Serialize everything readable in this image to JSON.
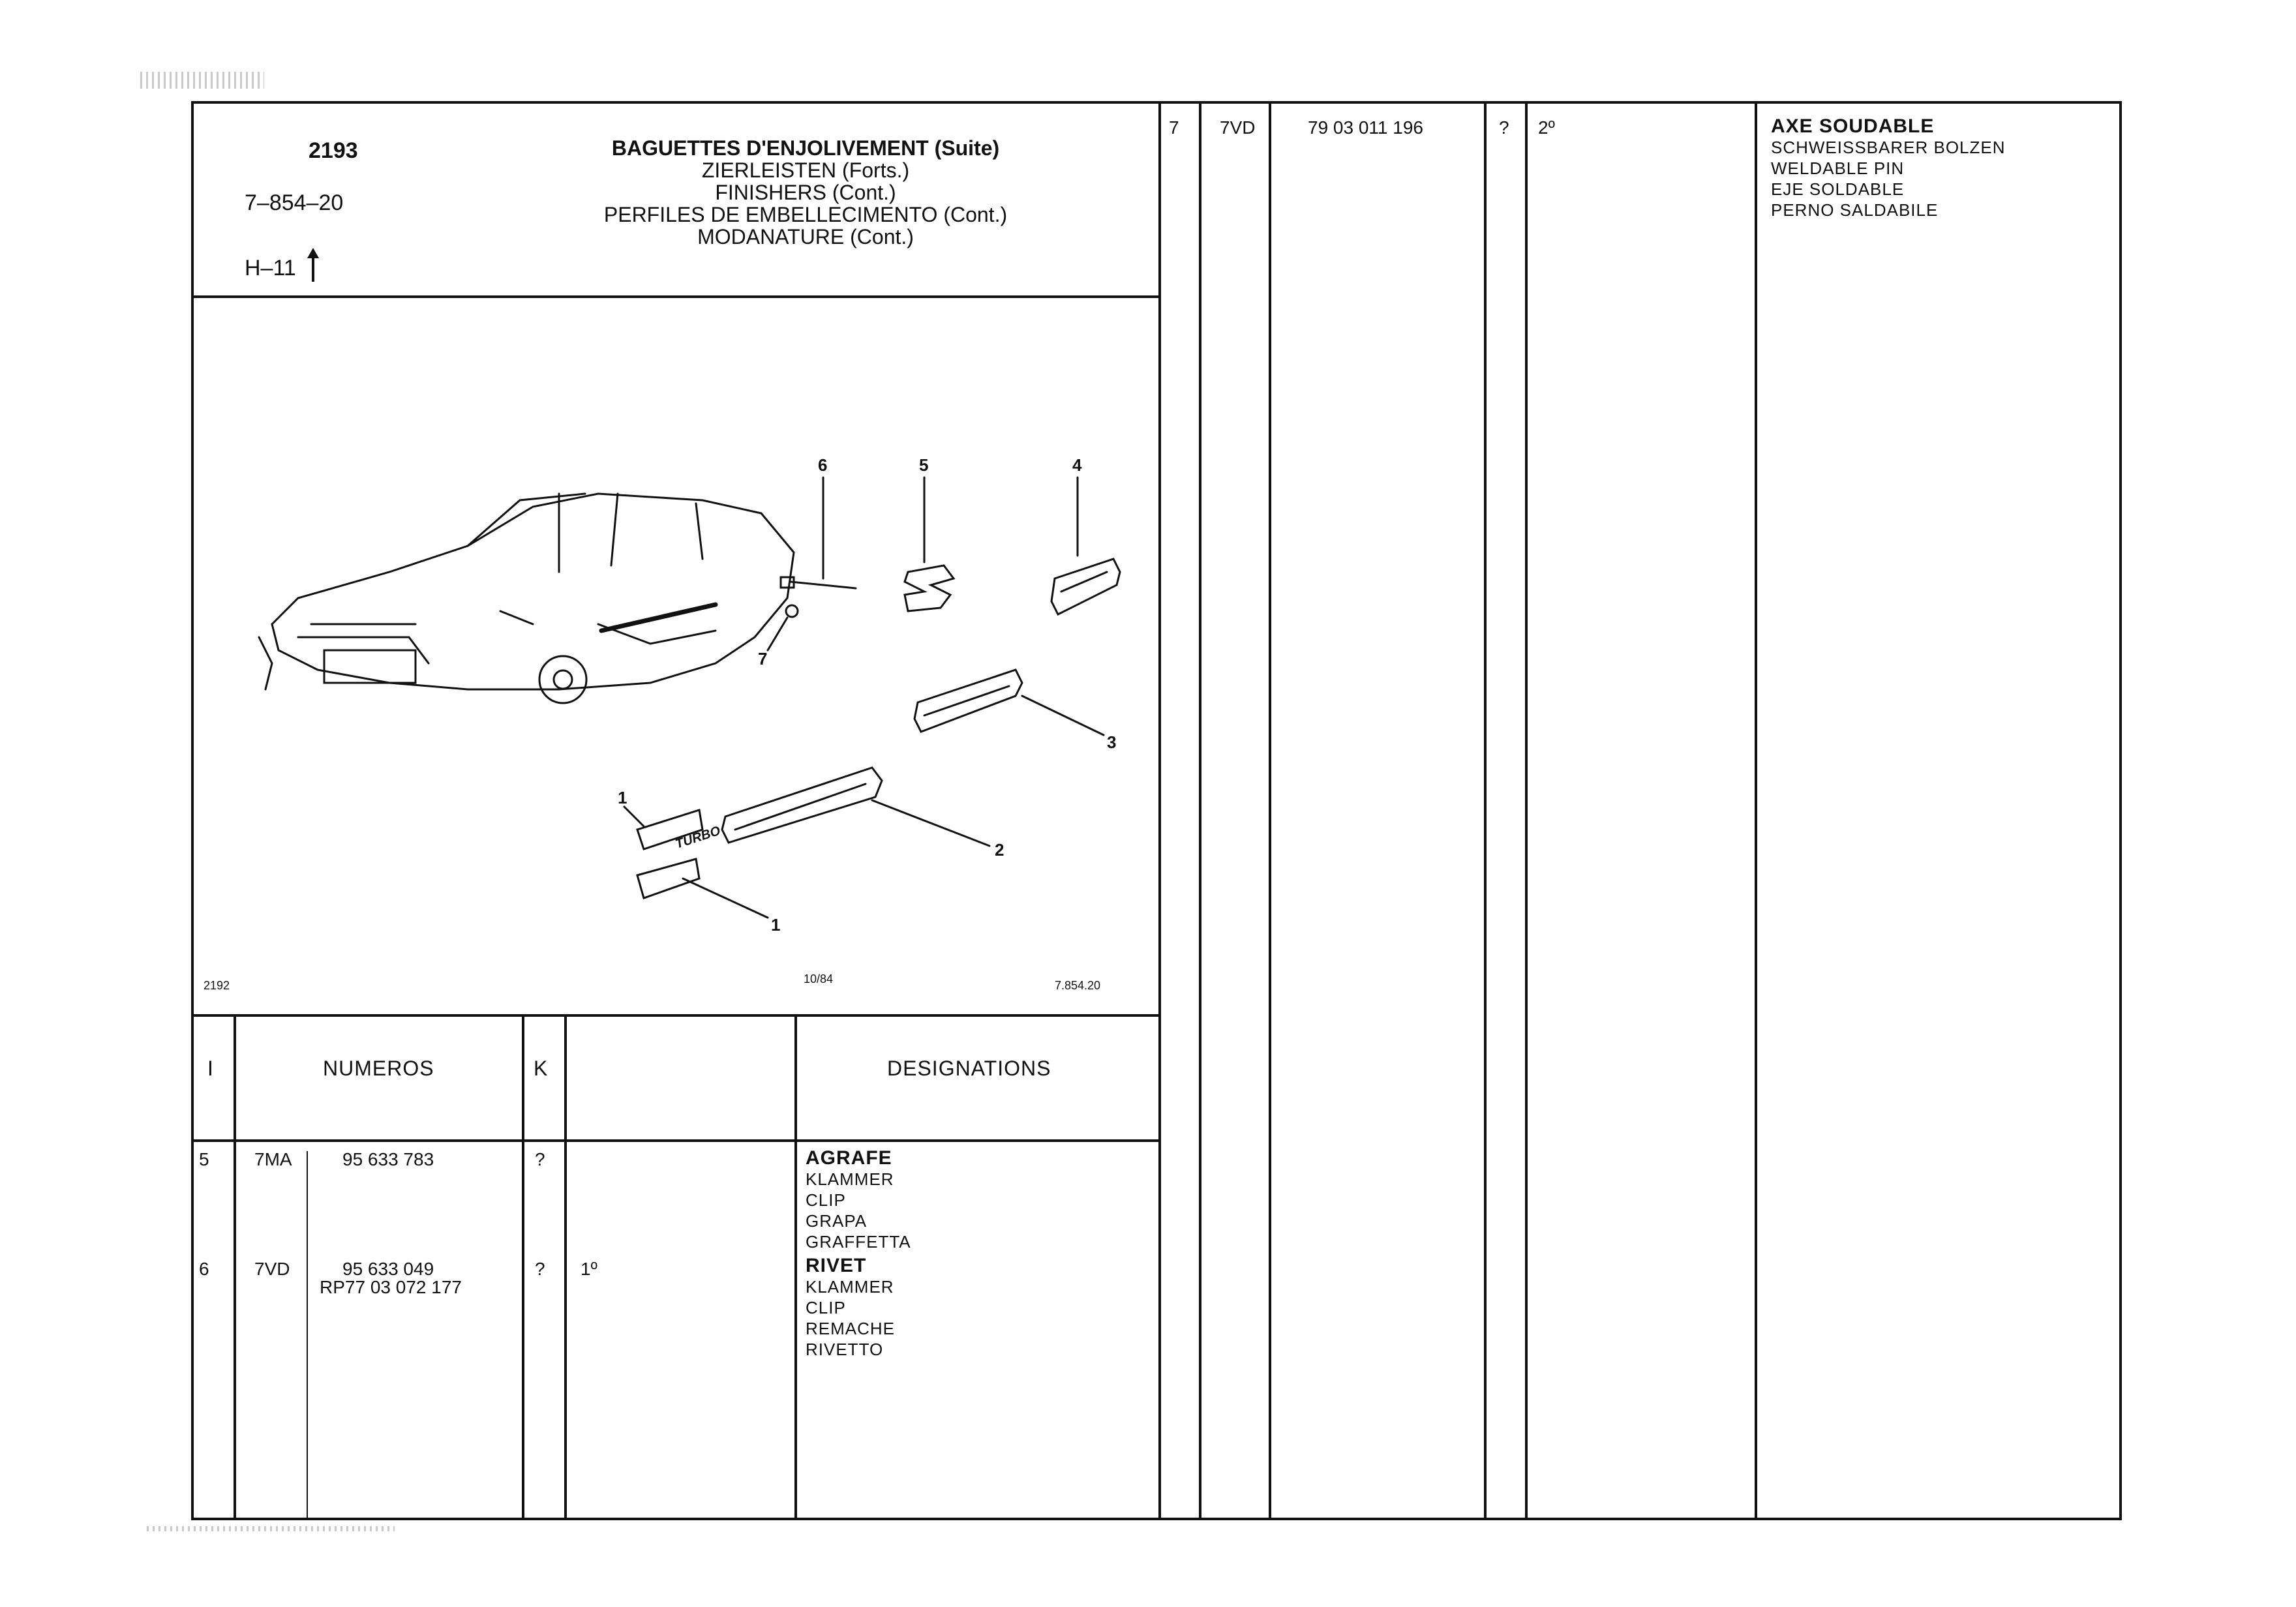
{
  "header": {
    "group_number": "2193",
    "ref_code": "7–854–20",
    "sheet_code": "H–11",
    "titles": [
      "BAGUETTES D'ENJOLIVEMENT (Suite)",
      "ZIERLEISTEN (Forts.)",
      "FINISHERS (Cont.)",
      "PERFILES DE EMBELLECIMENTO (Cont.)",
      "MODANATURE (Cont.)"
    ]
  },
  "illustration": {
    "callouts": [
      "6",
      "5",
      "4",
      "7",
      "3",
      "1",
      "2",
      "1"
    ],
    "badge_text": "TURBO",
    "footer_left": "2192",
    "footer_center": "10/84",
    "footer_right": "7.854.20"
  },
  "table_headers": {
    "index": "I",
    "numbers": "NUMEROS",
    "k": "K",
    "designations": "DESIGNATIONS"
  },
  "rows": [
    {
      "index": "5",
      "code": "7MA",
      "numbers": [
        "95 633 783"
      ],
      "k": "?",
      "qty": "",
      "designations": [
        "AGRAFE",
        "KLAMMER",
        "CLIP",
        "GRAPA",
        "GRAFFETTA"
      ]
    },
    {
      "index": "6",
      "code": "7VD",
      "numbers": [
        "95 633 049",
        "RP77 03 072 177"
      ],
      "k": "?",
      "qty": "1º",
      "designations": [
        "RIVET",
        "KLAMMER",
        "CLIP",
        "REMACHE",
        "RIVETTO"
      ]
    }
  ],
  "right_row": {
    "index": "7",
    "code": "7VD",
    "numbers": "79 03 011 196",
    "k": "?",
    "qty": "2º",
    "designations": [
      "AXE SOUDABLE",
      "SCHWEISSBARER BOLZEN",
      "WELDABLE PIN",
      "EJE SOLDABLE",
      "PERNO SALDABILE"
    ]
  },
  "colors": {
    "ink": "#111111",
    "paper": "#ffffff"
  },
  "icons": {
    "up_arrow": "up-arrow-icon"
  }
}
